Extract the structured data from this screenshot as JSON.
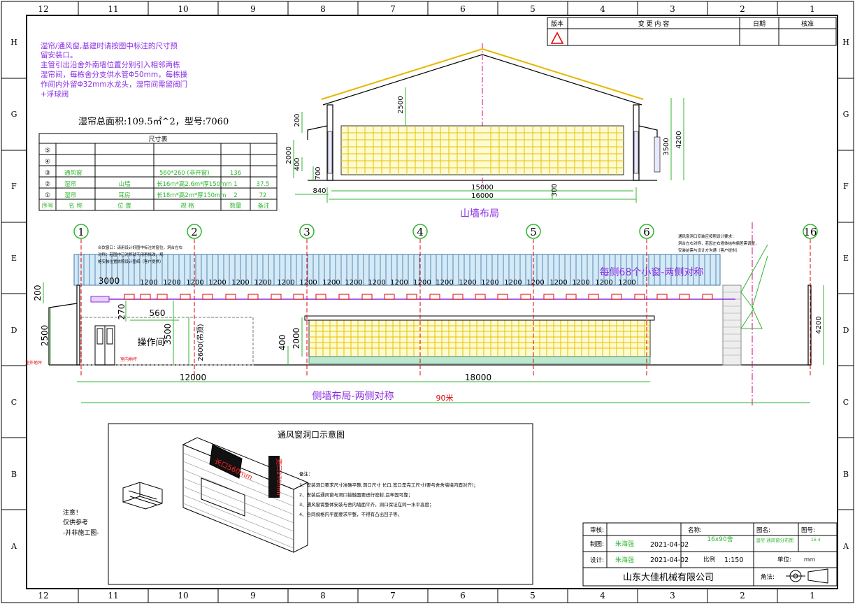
{
  "frame": {
    "top_cols": [
      "12",
      "11",
      "10",
      "9",
      "8",
      "7",
      "6",
      "5",
      "4",
      "3",
      "2",
      "1"
    ],
    "bottom_cols": [
      "12",
      "11",
      "10",
      "9",
      "8",
      "7",
      "6",
      "5",
      "4",
      "3",
      "2",
      "1"
    ],
    "left_rows": [
      "H",
      "G",
      "F",
      "E",
      "D",
      "C",
      "B",
      "A"
    ],
    "right_rows": [
      "H",
      "G",
      "F",
      "E",
      "D",
      "C",
      "B",
      "A"
    ]
  },
  "revision_table": {
    "col_version": "版本",
    "col_change": "变 更 内 容",
    "col_date": "日期",
    "col_check": "核准"
  },
  "notes": {
    "line1": "湿帘/通风窗,基建时请按图中标注的尺寸预",
    "line2": "留安装口。",
    "line3": "主管引出沿舍外南墙位置分别引入相邻两栋",
    "line4": "湿帘间，每栋舍分支供水管Φ50mm，每栋操",
    "line5": "作间内外留Φ32mm水龙头，湿帘间需留阀门",
    "line6": "+浮球阀"
  },
  "pad_summary": "湿帘总面积:109.5㎡^2，型号:7060",
  "size_table": {
    "title": "尺寸表",
    "rows": [
      {
        "no": "⑤",
        "name": "",
        "pos": "",
        "spec": "",
        "qty": "",
        "note": ""
      },
      {
        "no": "④",
        "name": "",
        "pos": "",
        "spec": "",
        "qty": "",
        "note": ""
      },
      {
        "no": "③",
        "name": "通风窗",
        "pos": "",
        "spec": "560*260 (非开窗)",
        "qty": "136",
        "note": ""
      },
      {
        "no": "②",
        "name": "湿帘",
        "pos": "山墙",
        "spec": "长16m*高2.6m*厚150mm",
        "qty": "1",
        "note": "37.5"
      },
      {
        "no": "①",
        "name": "湿帘",
        "pos": "耳房",
        "spec": "长18m*高2m*厚150mm",
        "qty": "2",
        "note": "72"
      }
    ],
    "header": {
      "no": "序号",
      "name": "名 称",
      "pos": "位 置",
      "spec": "规 格",
      "qty": "数量",
      "note": "备注"
    }
  },
  "gable": {
    "title": "山墙布局",
    "dims": {
      "h200": "200",
      "h2000": "2000",
      "h400": "400",
      "h700": "700",
      "h2500": "2500",
      "h3500": "3500",
      "h4200": "4200",
      "w840": "840",
      "w15000": "15000",
      "w16000": "16000",
      "w300": "300"
    }
  },
  "side": {
    "title": "侧墙布局-两侧对称",
    "length_label": "90米",
    "windows_label": "每侧68个小窗-两侧对称",
    "axes": [
      "1",
      "2",
      "3",
      "4",
      "5",
      "6",
      "16"
    ],
    "spacing": "1200",
    "d3000": "3000",
    "d560": "560",
    "d270": "270",
    "d200": "200",
    "d2500": "2500",
    "d3500": "3500",
    "d2600": "2600(吊顶)",
    "d400": "400",
    "d2000": "2000",
    "d4200": "4200",
    "d12000": "12000",
    "d18000": "18000",
    "room_label": "操作间",
    "small_note1": "合饮窗口：请用设计好图中标注的窗位，洞合左右",
    "small_note2": "对称：若图中已对称就不用再修改，规",
    "small_note3": "格安装位置依照设计图纸（客户提供）",
    "right_note1": "通风窗洞口安装应按照设计要求：",
    "right_note2": "洞合左右对称，若因左右墙体结构偏差需调整，",
    "right_note3": "安装前需与设计方沟通（客户提供）",
    "ground_left": "室外地坪",
    "ground_mid": "室内地坪"
  },
  "detail": {
    "title": "通风窗洞口示意图",
    "len_label": "长口560mm",
    "wid_label": "宽口270mm",
    "notes_title": "备注：",
    "n1": "1、安装洞口要求尺寸准确平整,洞口尺寸 长口,宽口是完工尺寸(要与舍舍墙墙内面对齐)；",
    "n2": "2、安装后通风窗与洞口接触面要进行密封,且牢固可靠；",
    "n3": "3、通风窗需整体安装与舍内墙面平齐，洞口保证在同一水平高度；",
    "n4": "4、合同规格内平面要求平整，不得有凸出凹子等。",
    "ref1": "注意！",
    "ref2": "仅供参考",
    "ref3": "-并非施工图-"
  },
  "title_block": {
    "review_label": "审核:",
    "drawn_label": "制图:",
    "design_label": "设计:",
    "drawn_by": "朱海强",
    "designed_by": "朱海强",
    "drawn_date": "2021-04-02",
    "design_date": "2021-04-02",
    "name_label": "名称:",
    "name_value": "16x90舍",
    "scale_label": "比例",
    "scale_value": "1:150",
    "drawing_name_label": "图名:",
    "drawing_name_value": "湿帘 通风窗分布图",
    "drawing_no_label": "图号:",
    "drawing_no_value": "16-4",
    "unit_label": "单位:",
    "unit_value": "ｍｍ",
    "company": "山东大佳机械有限公司",
    "projection_label": "角法:"
  }
}
